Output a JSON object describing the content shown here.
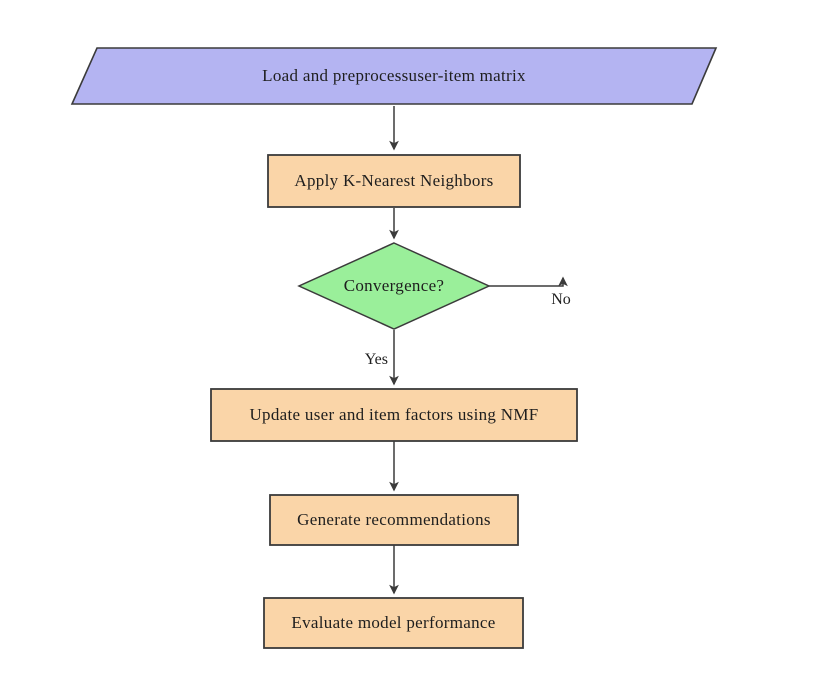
{
  "flowchart": {
    "nodes": [
      {
        "id": "load",
        "type": "input-parallelogram",
        "label": "Load and preprocessuser-item matrix"
      },
      {
        "id": "knn",
        "type": "process",
        "label": "Apply K-Nearest Neighbors"
      },
      {
        "id": "convergence",
        "type": "decision",
        "label": "Convergence?"
      },
      {
        "id": "nmf",
        "type": "process",
        "label": "Update user and item factors using NMF"
      },
      {
        "id": "generate",
        "type": "process",
        "label": "Generate recommendations"
      },
      {
        "id": "evaluate",
        "type": "process",
        "label": "Evaluate model performance"
      }
    ],
    "edge_labels": {
      "yes": "Yes",
      "no": "No"
    },
    "colors": {
      "io_fill": "#b4b4f2",
      "process_fill": "#fad5a8",
      "decision_fill": "#9aef9a",
      "stroke": "#3b3b3b",
      "text": "#1e1e1e",
      "background": "#ffffff"
    }
  }
}
